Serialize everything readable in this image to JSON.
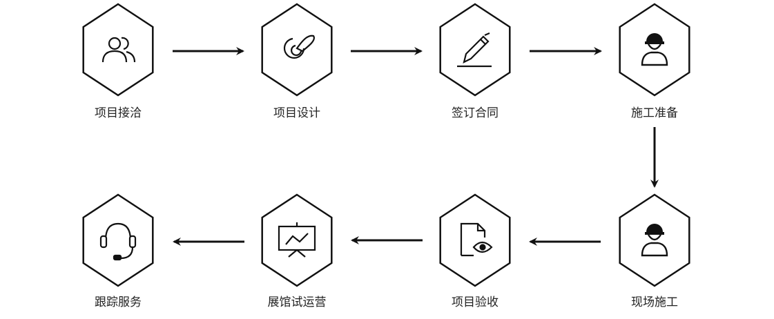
{
  "colors": {
    "stroke": "#111111",
    "background": "#ffffff",
    "text": "#222222"
  },
  "steps": [
    {
      "label": "项目接洽",
      "icon": "users-icon"
    },
    {
      "label": "项目设计",
      "icon": "design-brush-icon"
    },
    {
      "label": "签订合同",
      "icon": "pen-sign-icon"
    },
    {
      "label": "施工准备",
      "icon": "worker-helmet-icon"
    },
    {
      "label": "现场施工",
      "icon": "worker-helmet-icon"
    },
    {
      "label": "项目验收",
      "icon": "document-eye-icon"
    },
    {
      "label": "展馆试运营",
      "icon": "presentation-board-icon"
    },
    {
      "label": "跟踪服务",
      "icon": "headset-icon"
    }
  ]
}
